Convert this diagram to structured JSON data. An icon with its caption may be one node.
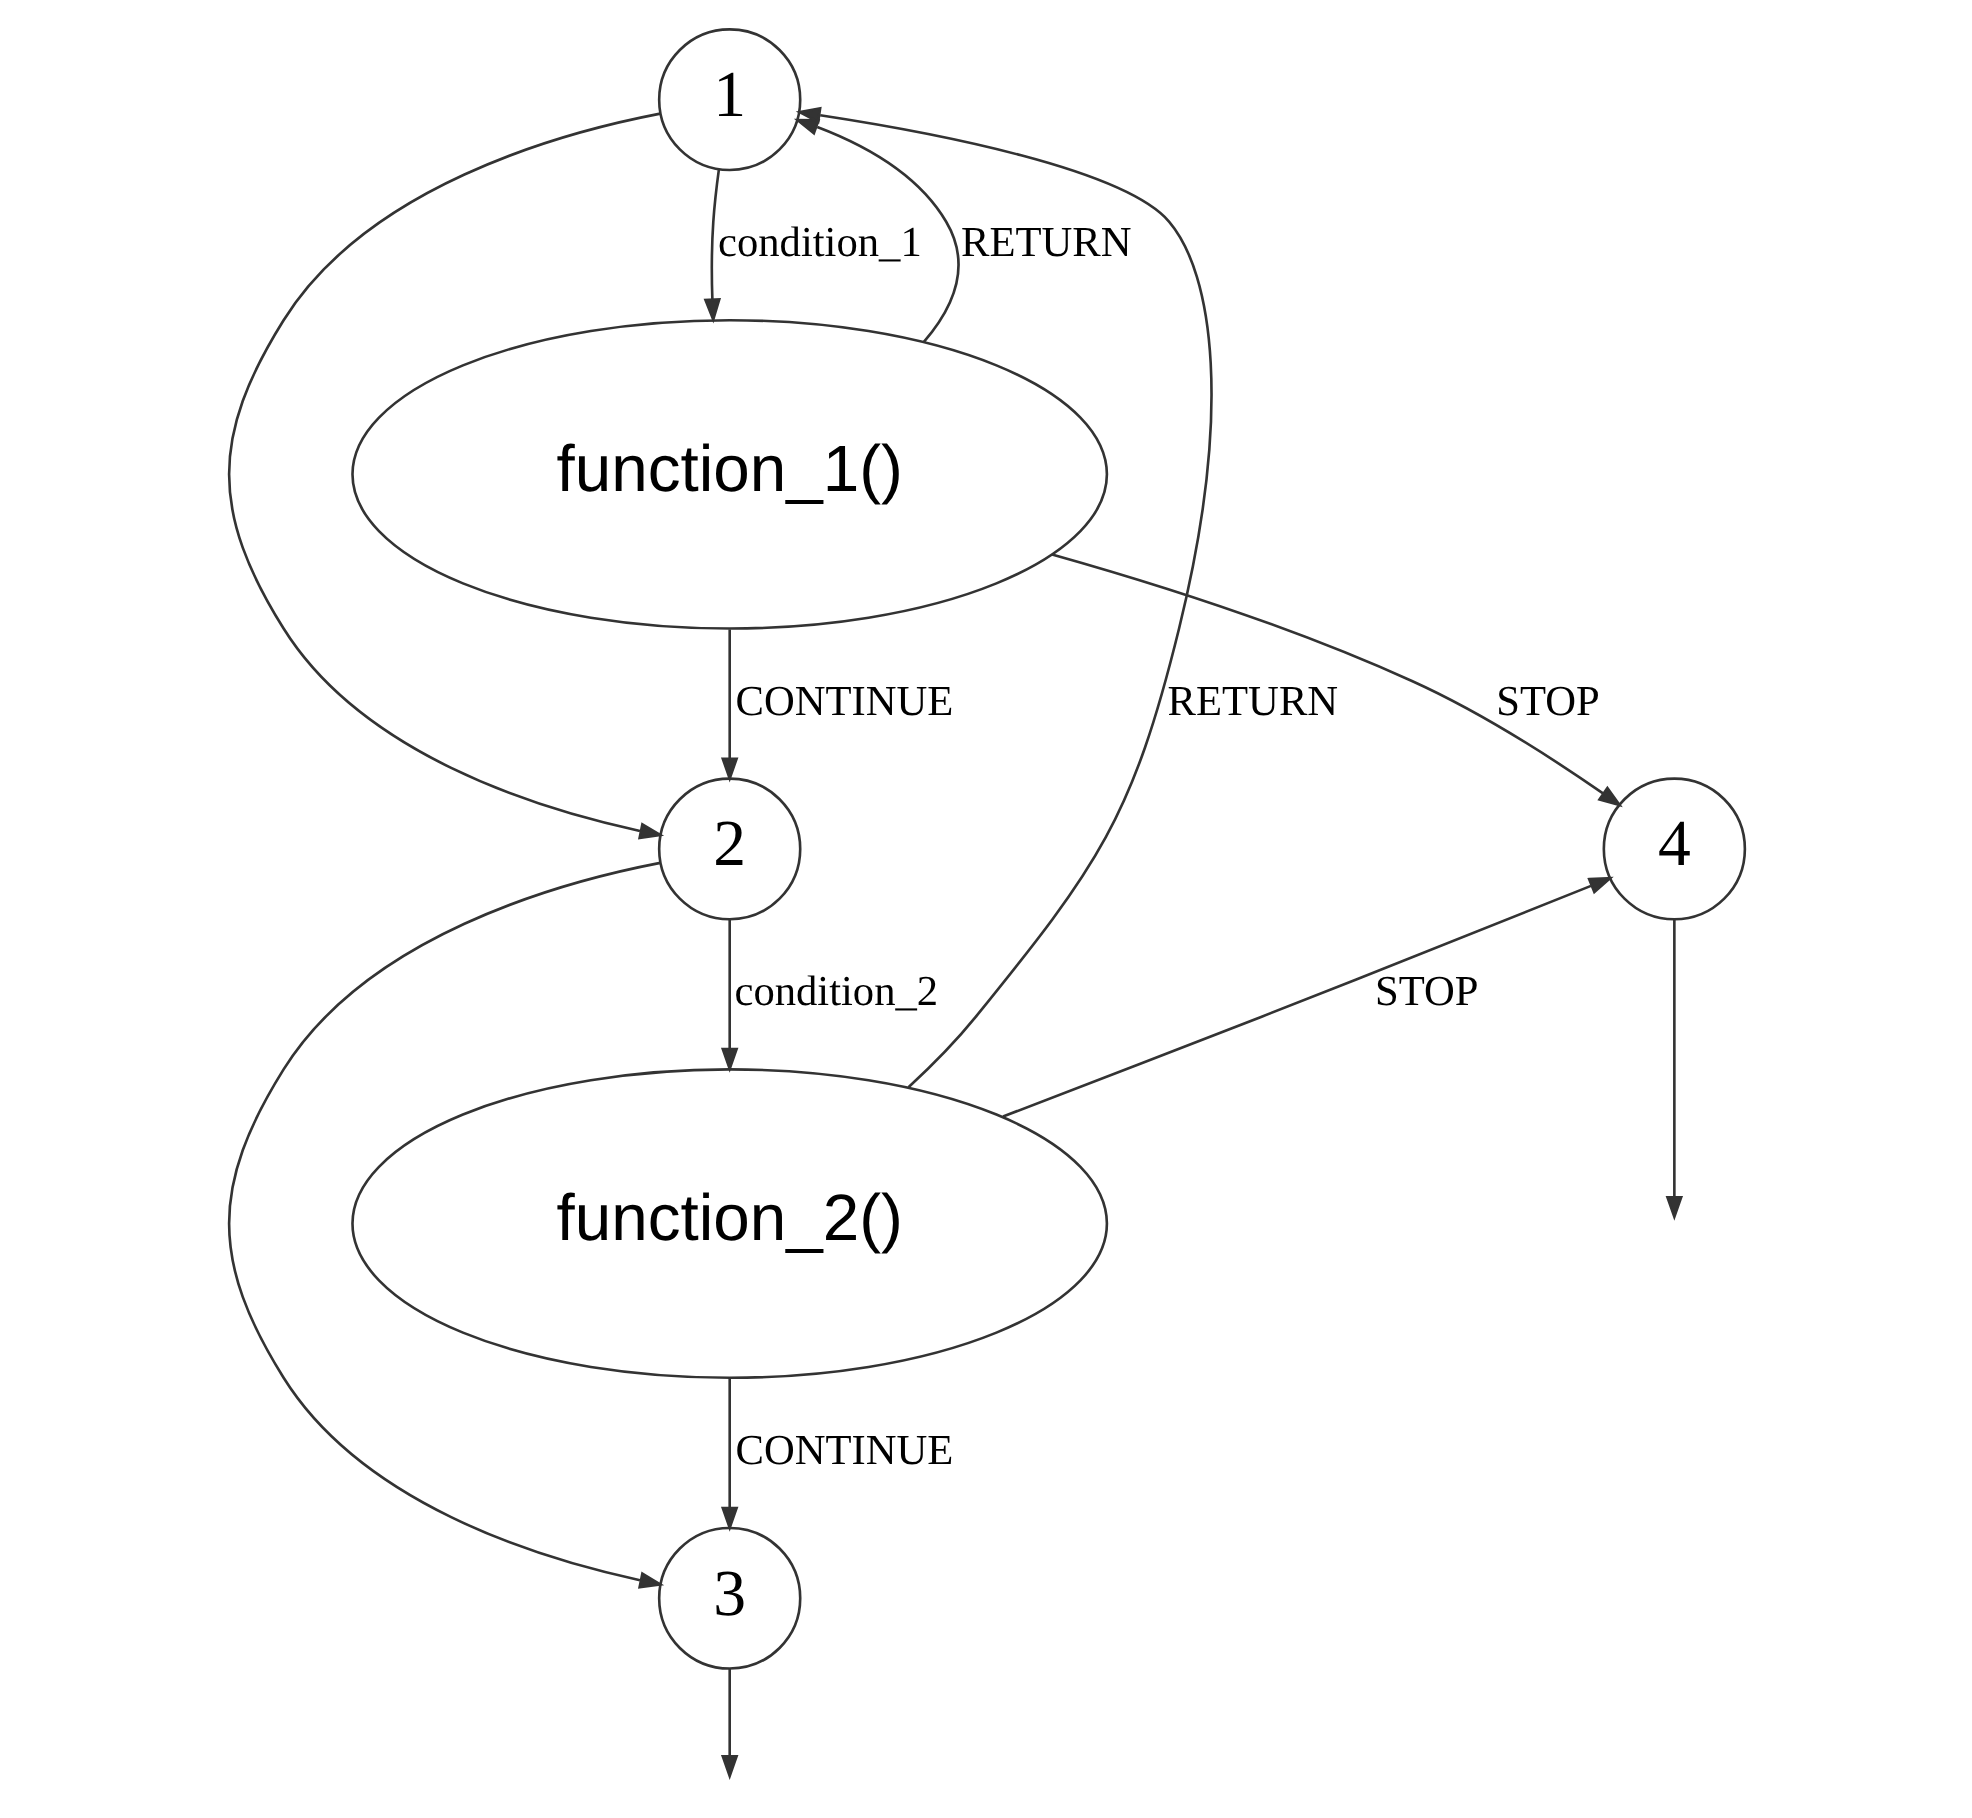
{
  "diagram": {
    "nodes": [
      {
        "text": [
          "1"
        ]
      },
      {
        "text": [
          "function_1()"
        ]
      },
      {
        "text": [
          "2"
        ]
      },
      {
        "text": [
          "function_2()"
        ]
      },
      {
        "text": [
          "3"
        ]
      },
      {
        "text": [
          "4"
        ]
      }
    ],
    "edges": [
      {
        "from": 0,
        "to": 1,
        "arrow": "to",
        "label": "condition_1"
      },
      {
        "from": 1,
        "to": 0,
        "arrow": "to",
        "label": "RETURN"
      },
      {
        "from": 0,
        "to": 2,
        "arrow": "to"
      },
      {
        "from": 1,
        "to": 2,
        "arrow": "to",
        "label": "CONTINUE"
      },
      {
        "from": 1,
        "to": 5,
        "arrow": "to",
        "label": "STOP"
      },
      {
        "from": 2,
        "to": 3,
        "arrow": "to",
        "label": "condition_2"
      },
      {
        "from": 3,
        "to": 0,
        "arrow": "to",
        "label": "RETURN"
      },
      {
        "from": 2,
        "to": 4,
        "arrow": "to"
      },
      {
        "from": 3,
        "to": 5,
        "arrow": "to",
        "label": "STOP"
      },
      {
        "from": 3,
        "to": 4,
        "arrow": "to",
        "label": "CONTINUE"
      },
      {
        "from": 5,
        "to": null,
        "arrow": "to"
      },
      {
        "from": 4,
        "to": null,
        "arrow": "to"
      }
    ]
  }
}
